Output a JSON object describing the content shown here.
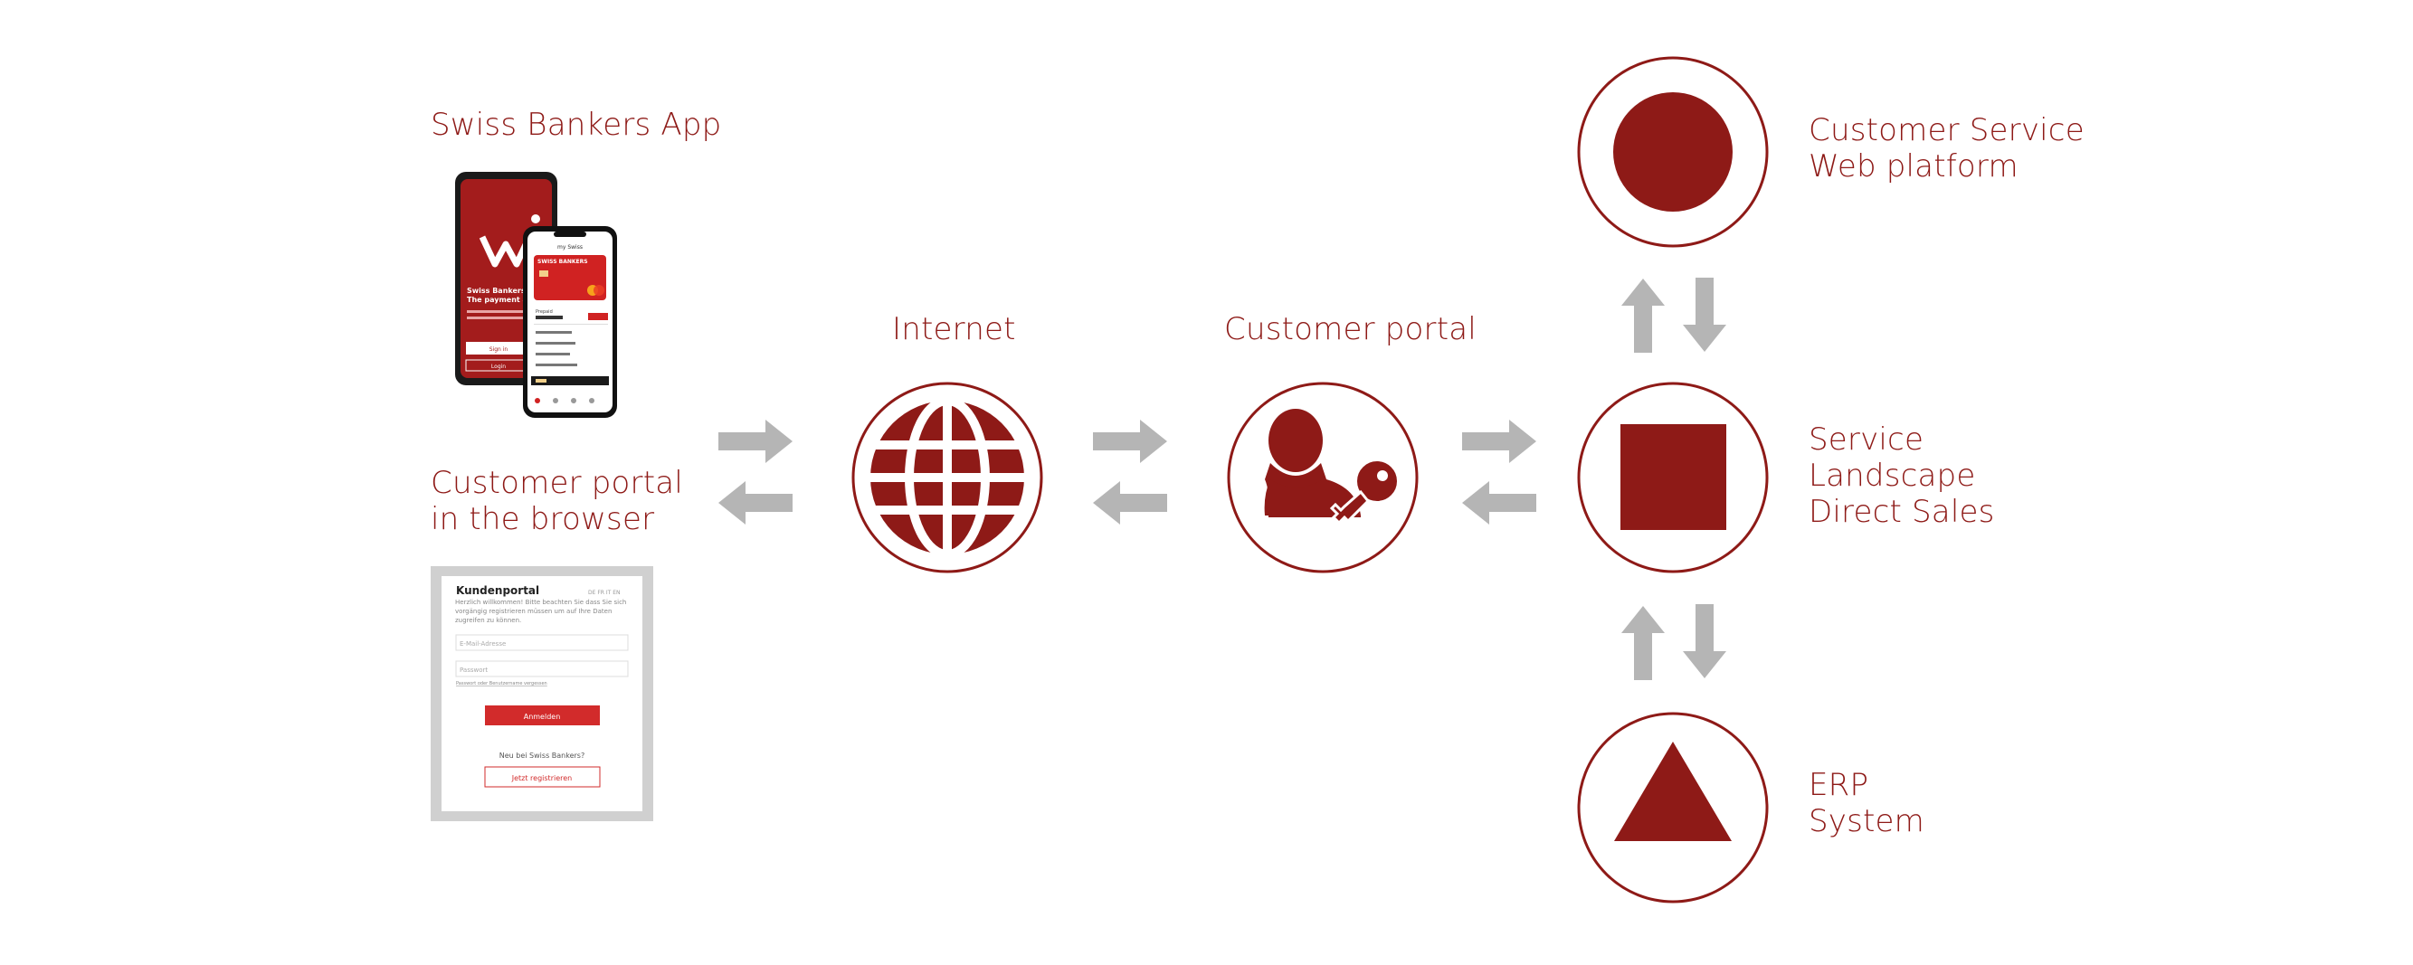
{
  "labels": {
    "app": "Swiss Bankers App",
    "browser_line1": "Customer portal",
    "browser_line2": "in the browser",
    "internet": "Internet",
    "customer_portal": "Customer portal",
    "csw_line1": "Customer Service",
    "csw_line2": "Web platform",
    "service_line1": "Service",
    "service_line2": "Landscape",
    "service_line3": "Direct Sales",
    "erp_line1": "ERP",
    "erp_line2": "System"
  },
  "phone_back": {
    "logo": "W",
    "headline1": "Swiss Bankers.",
    "headline2": "The payment ap",
    "button1": "Sign in",
    "button2": "Login"
  },
  "phone_front": {
    "brand": "SWISS BANKERS",
    "header": "my Swiss",
    "card_label": "Prepaid"
  },
  "portal_form": {
    "title": "Kundenportal",
    "intro": "Herzlich willkommen! Bitte beachten Sie dass Sie sich vorgängig registrieren müssen um auf Ihre Daten zugreifen zu können.",
    "email_placeholder": "E-Mail-Adresse",
    "password_placeholder": "Passwort",
    "forgot_link": "Passwort oder Benutzername vergessen",
    "login_button": "Anmelden",
    "new_text": "Neu bei Swiss Bankers?",
    "register_button": "Jetzt registrieren"
  },
  "colors": {
    "brand_red": "#8e1a17",
    "arrow_gray": "#b5b5b5",
    "portal_frame": "#d0d0d0",
    "button_red": "#d22b2b"
  },
  "icons": {
    "internet": "globe-icon",
    "customer_portal": "user-key-icon",
    "csw": "filled-circle",
    "service": "filled-square",
    "erp": "filled-triangle"
  }
}
